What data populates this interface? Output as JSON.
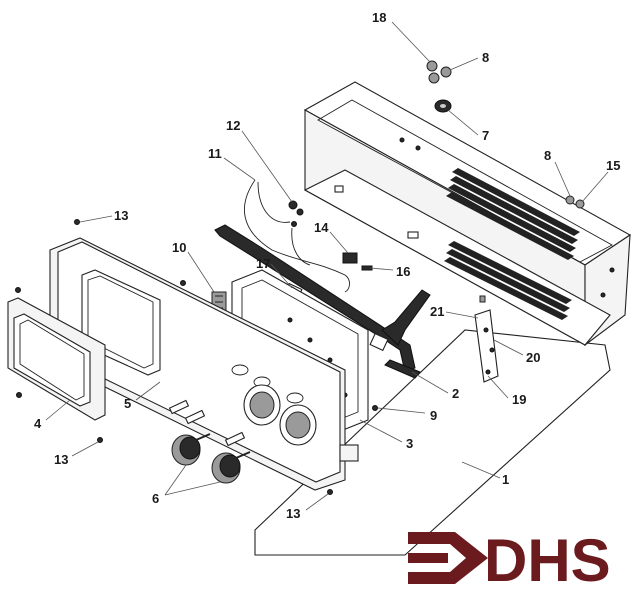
{
  "diagram": {
    "callouts": [
      {
        "label": "18"
      },
      {
        "label": "8"
      },
      {
        "label": "7"
      },
      {
        "label": "8"
      },
      {
        "label": "15"
      },
      {
        "label": "12"
      },
      {
        "label": "11"
      },
      {
        "label": "13"
      },
      {
        "label": "14"
      },
      {
        "label": "10"
      },
      {
        "label": "17"
      },
      {
        "label": "16"
      },
      {
        "label": "21"
      },
      {
        "label": "20"
      },
      {
        "label": "19"
      },
      {
        "label": "2"
      },
      {
        "label": "9"
      },
      {
        "label": "3"
      },
      {
        "label": "4"
      },
      {
        "label": "5"
      },
      {
        "label": "13"
      },
      {
        "label": "6"
      },
      {
        "label": "1"
      },
      {
        "label": "13"
      }
    ]
  },
  "logo": {
    "text": "DHS",
    "color": "#6b1a1e"
  }
}
